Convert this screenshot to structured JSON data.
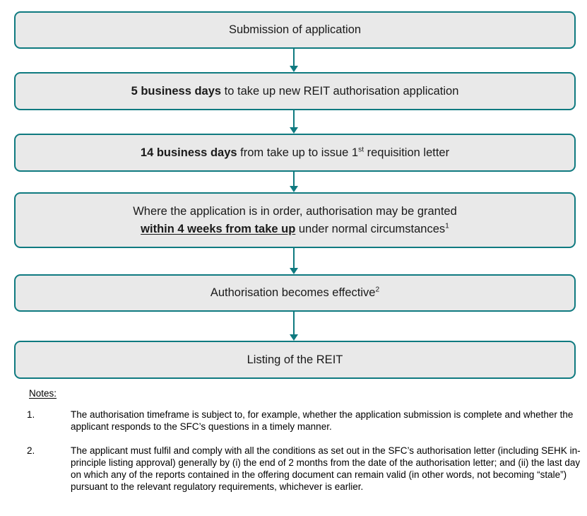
{
  "diagram": {
    "title": "REIT authorisation application process flowchart",
    "accent_color": "#0f7a80",
    "box_fill_color": "#e9e9e9",
    "steps": [
      {
        "id": "submission",
        "name": "submission-of-application",
        "text_plain": "Submission of application",
        "segments": [
          {
            "text": "Submission of application",
            "style": "normal"
          }
        ]
      },
      {
        "id": "take-up",
        "name": "take-up-new-application",
        "text_plain": "5 business days to take up new REIT authorisation application",
        "segments": [
          {
            "text": "5 business days",
            "style": "bold"
          },
          {
            "text": " to take up new REIT authorisation application",
            "style": "normal"
          }
        ]
      },
      {
        "id": "requisition",
        "name": "first-requisition-letter",
        "text_plain": "14 business days from take up to issue 1st requisition letter",
        "segments": [
          {
            "text": "14 business days",
            "style": "bold"
          },
          {
            "text": " from take up to issue 1",
            "style": "normal"
          },
          {
            "text": "st",
            "style": "superscript"
          },
          {
            "text": " requisition letter",
            "style": "normal"
          }
        ]
      },
      {
        "id": "authorisation-granted",
        "name": "authorisation-may-be-granted",
        "text_plain": "Where the application is in order, authorisation may be granted within 4 weeks from take up under normal circumstances1",
        "segments": [
          {
            "text": "Where the application is in order, authorisation may be granted",
            "style": "normal"
          },
          {
            "text": "linebreak",
            "style": "break"
          },
          {
            "text": "within 4 weeks from take up",
            "style": "bold-underline"
          },
          {
            "text": " under normal circumstances",
            "style": "normal"
          },
          {
            "text": "1",
            "style": "superscript"
          }
        ]
      },
      {
        "id": "authorisation-effective",
        "name": "authorisation-becomes-effective",
        "text_plain": "Authorisation becomes effective2",
        "segments": [
          {
            "text": "Authorisation becomes effective",
            "style": "normal"
          },
          {
            "text": "2",
            "style": "superscript"
          }
        ]
      },
      {
        "id": "listing",
        "name": "listing-of-the-reit",
        "text_plain": "Listing of the REIT",
        "segments": [
          {
            "text": "Listing of the REIT",
            "style": "normal"
          }
        ]
      }
    ],
    "connectors": [
      {
        "from": "submission",
        "to": "take-up",
        "glyph": "down-arrow-icon"
      },
      {
        "from": "take-up",
        "to": "requisition",
        "glyph": "down-arrow-icon"
      },
      {
        "from": "requisition",
        "to": "authorisation-granted",
        "glyph": "down-arrow-icon"
      },
      {
        "from": "authorisation-granted",
        "to": "authorisation-effective",
        "glyph": "down-arrow-icon"
      },
      {
        "from": "authorisation-effective",
        "to": "listing",
        "glyph": "down-arrow-icon"
      }
    ]
  },
  "notes": {
    "heading": "Notes:",
    "items": [
      {
        "number": "1.",
        "text": "The authorisation timeframe is subject to, for example, whether the application submission is complete and whether the applicant responds to the SFC’s questions in a timely manner."
      },
      {
        "number": "2.",
        "text": "The applicant must fulfil and comply with all the conditions as set out in the SFC’s authorisation letter (including SEHK in-principle listing approval) generally by (i) the end of 2 months from the date of the authorisation letter; and (ii) the last day on which any of the reports contained in the offering document can remain valid (in other words, not becoming “stale”) pursuant to the relevant regulatory requirements, whichever is earlier."
      }
    ]
  }
}
